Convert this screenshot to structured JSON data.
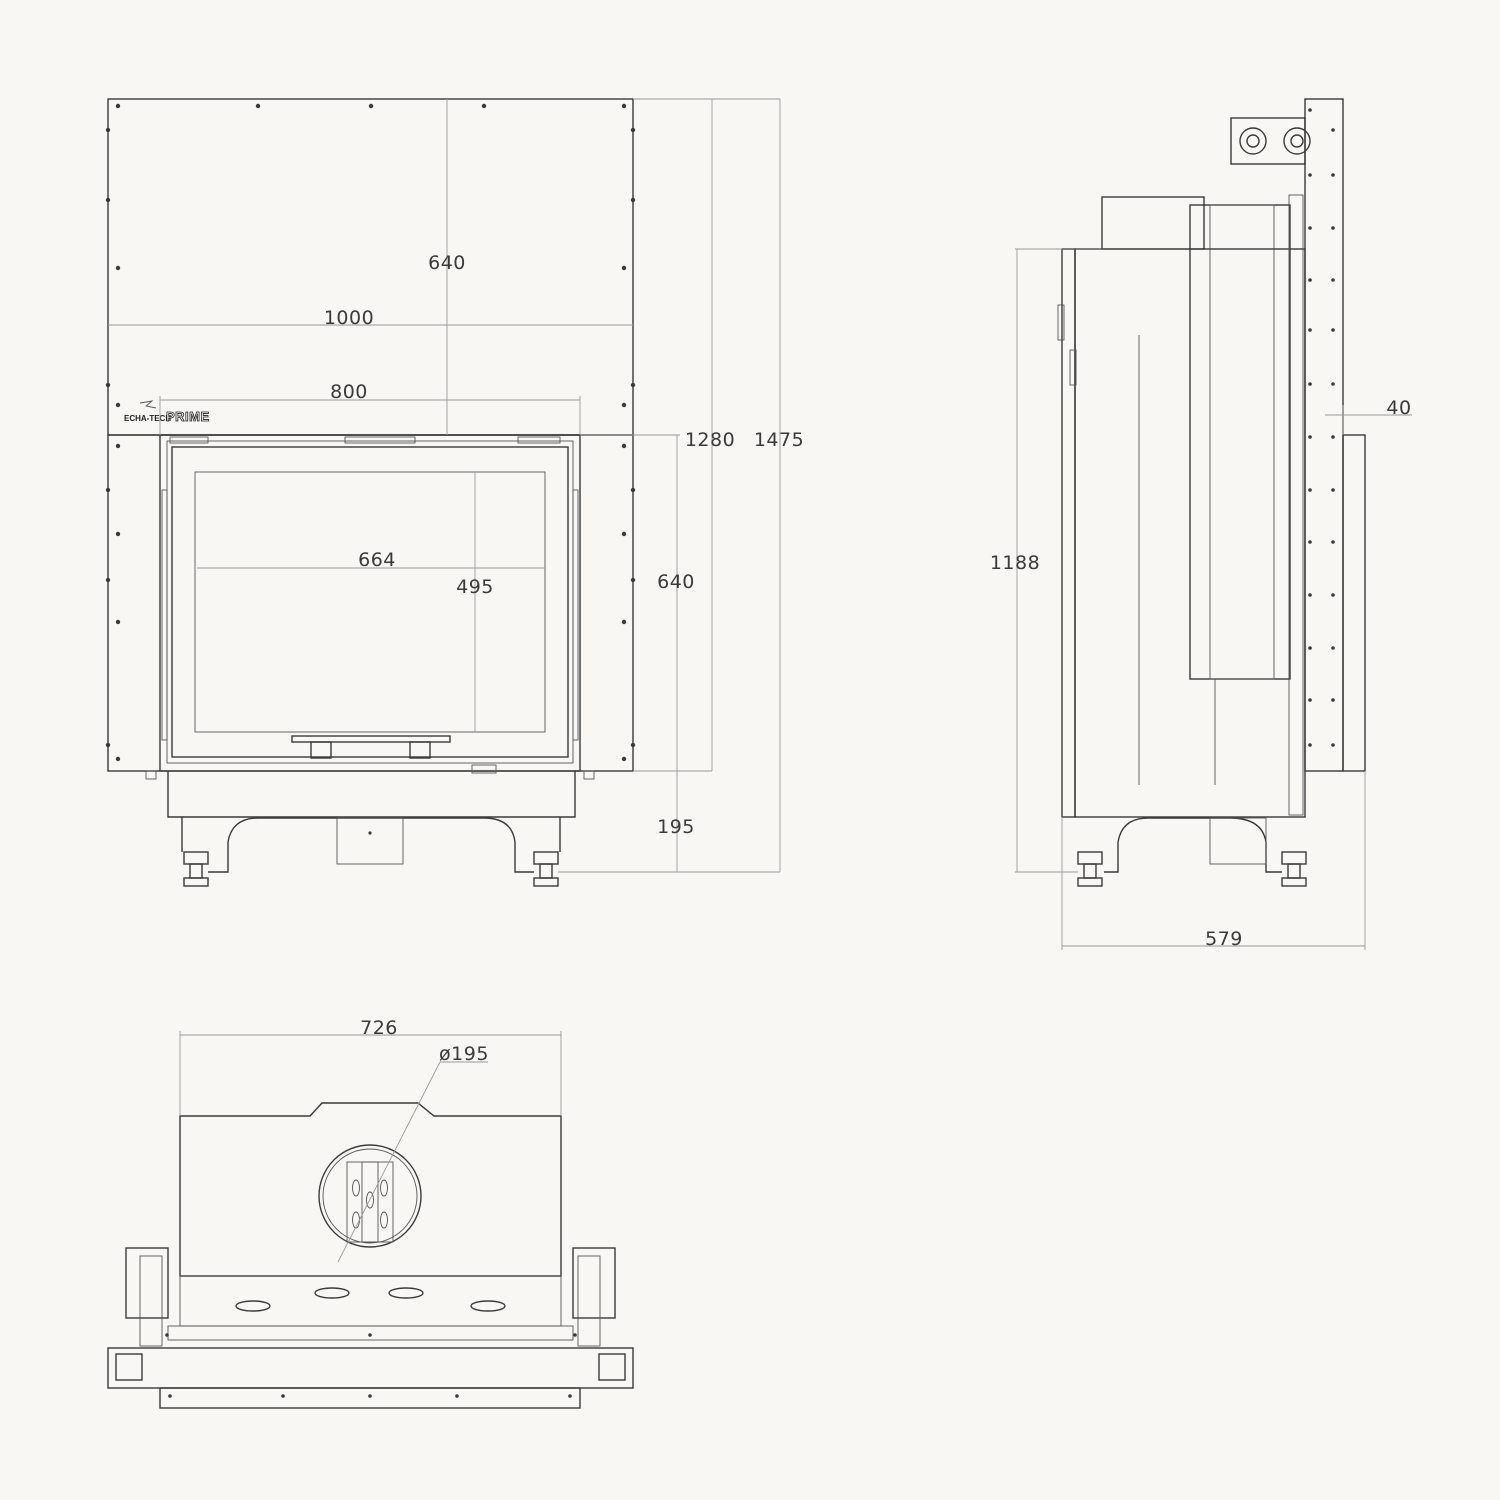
{
  "brand": {
    "maker": "ECHA-TECH",
    "product": "PRIME"
  },
  "dimensions": {
    "front": {
      "hood_height": "640",
      "total_width": "1000",
      "opening_width": "800",
      "frame_height": "1280",
      "total_height": "1475",
      "glass_width": "664",
      "glass_height": "495",
      "door_height": "640",
      "base_height": "195"
    },
    "side": {
      "body_height": "1188",
      "frame_offset": "40",
      "depth": "579"
    },
    "top": {
      "width": "726",
      "flue_diameter": "ø195"
    }
  },
  "colors": {
    "line": "#3a3a3a",
    "dimension": "#9a9a9a",
    "background": "#f8f7f4"
  }
}
